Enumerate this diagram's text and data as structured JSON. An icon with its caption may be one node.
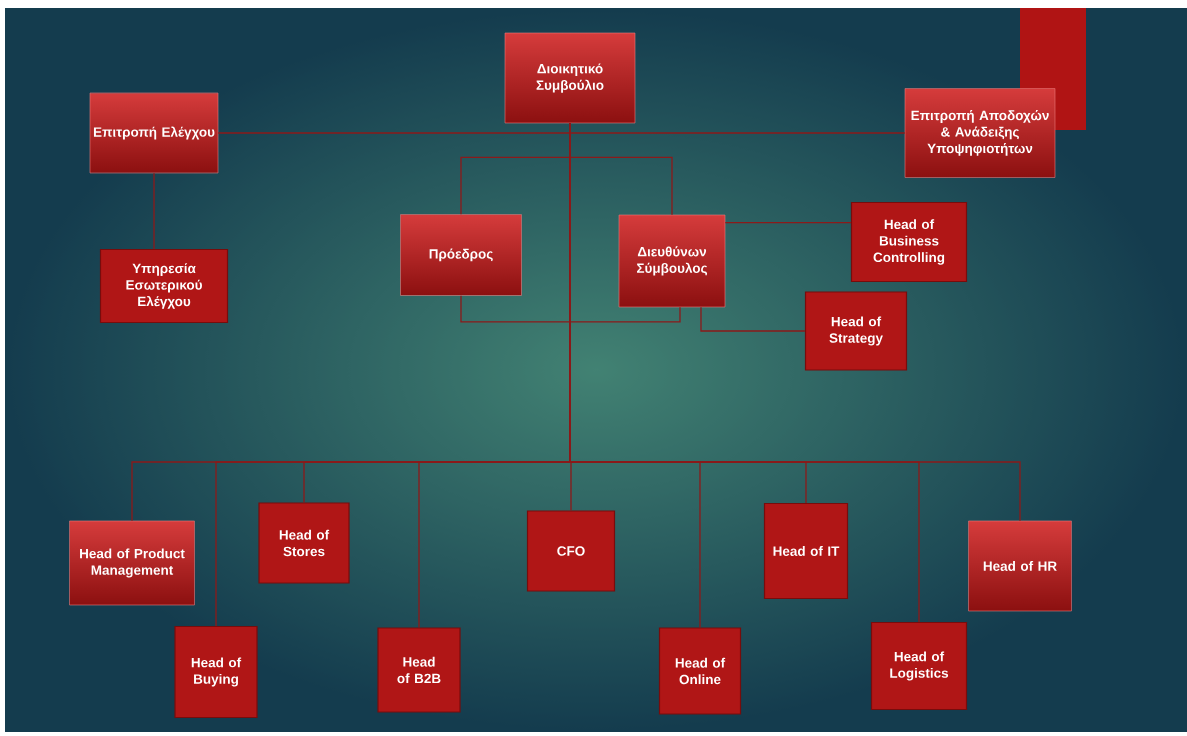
{
  "diagram": {
    "nodes": [
      {
        "text": [
          "Διοικητικό Συμβούλιο"
        ]
      },
      {
        "text": [
          "Επιτροπή Ελέγχου"
        ]
      },
      {
        "text": [
          "Επιτροπή Αποδοχών & Ανάδειξης Υποψηφιοτήτων"
        ]
      },
      {
        "text": [
          "Υπηρεσία Εσωτερικού Ελέγχου"
        ]
      },
      {
        "text": [
          "Πρόεδρος"
        ]
      },
      {
        "text": [
          "Διευθύνων Σύμβουλος"
        ]
      },
      {
        "text": [
          "Head of Business Controlling"
        ]
      },
      {
        "text": [
          "Head of Strategy"
        ]
      },
      {
        "text": [
          "Head of Product Management"
        ]
      },
      {
        "text": [
          "Head of Buying"
        ]
      },
      {
        "text": [
          "Head of Stores"
        ]
      },
      {
        "text": [
          "Head of B2B"
        ]
      },
      {
        "text": [
          "CFO"
        ]
      },
      {
        "text": [
          "Head of Online"
        ]
      },
      {
        "text": [
          "Head of IT"
        ]
      },
      {
        "text": [
          "Head of Logistics"
        ]
      },
      {
        "text": [
          "Head of HR"
        ]
      }
    ],
    "edges": [
      {
        "from": 0,
        "to": 1,
        "arrow": "none"
      },
      {
        "from": 0,
        "to": 2,
        "arrow": "none"
      },
      {
        "from": 1,
        "to": 3,
        "arrow": "none"
      },
      {
        "from": 0,
        "to": 4,
        "arrow": "none"
      },
      {
        "from": 0,
        "to": 5,
        "arrow": "none"
      },
      {
        "from": 4,
        "to": 5,
        "arrow": "none"
      },
      {
        "from": 5,
        "to": 6,
        "arrow": "none"
      },
      {
        "from": 5,
        "to": 7,
        "arrow": "none"
      },
      {
        "from": 0,
        "to": 8,
        "arrow": "none"
      },
      {
        "from": 0,
        "to": 9,
        "arrow": "none"
      },
      {
        "from": 0,
        "to": 10,
        "arrow": "none"
      },
      {
        "from": 0,
        "to": 11,
        "arrow": "none"
      },
      {
        "from": 0,
        "to": 12,
        "arrow": "none"
      },
      {
        "from": 0,
        "to": 13,
        "arrow": "none"
      },
      {
        "from": 0,
        "to": 14,
        "arrow": "none"
      },
      {
        "from": 0,
        "to": 15,
        "arrow": "none"
      },
      {
        "from": 0,
        "to": 16,
        "arrow": "none"
      }
    ]
  }
}
